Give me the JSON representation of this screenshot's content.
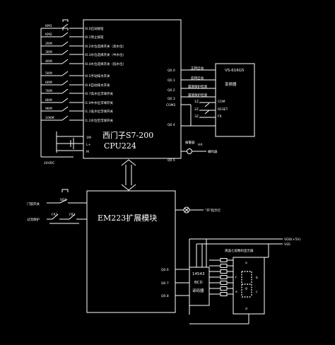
{
  "plc": {
    "title": "西门子S7-200",
    "model": "CPU224",
    "inputs": [
      {
        "contact": "KM1",
        "addr": "I0.0",
        "label": "I0.0启动按钮"
      },
      {
        "contact": "KM2",
        "addr": "I0.1",
        "label": "I0.1停止按钮"
      },
      {
        "contact": "2KM",
        "addr": "I0.2",
        "label": "I0.2水位选择开关（高水位）"
      },
      {
        "contact": "3KM",
        "addr": "I0.3",
        "label": "I0.3水位选择开关（中水位）"
      },
      {
        "contact": "4KM",
        "addr": "I0.4",
        "label": "I0.4水位选择开关（低水位）"
      },
      {
        "contact": "5KM",
        "addr": "I0.5",
        "label": "I0.5手动排水开关"
      },
      {
        "contact": "6KM",
        "addr": "I0.6",
        "label": "I0.6自动排水开关"
      },
      {
        "contact": "7KM",
        "addr": "I0.7",
        "label": "I0.7高水位浮球开关"
      },
      {
        "contact": "8KM",
        "addr": "I1.0",
        "label": "I1.0中水位浮球开关"
      },
      {
        "contact": "9KM",
        "addr": "I1.1",
        "label": "I1.1低水位浮球开关"
      },
      {
        "contact": "10KM",
        "addr": "I1.2",
        "label": "I1.2水位空浮球开关"
      }
    ],
    "power_terminals": [
      "1M",
      "L+",
      "M"
    ],
    "supply": "24VDC",
    "outputs": [
      "Q0.0",
      "Q0.1",
      "Q0.2",
      "Q0.3",
      "COM2",
      "Q0.4"
    ],
    "buzzer_output": "Q0.5"
  },
  "vfd": {
    "title": "VS-616G5",
    "subtitle": "变频器",
    "signals": [
      "正转启动",
      "反转启动",
      "漏液保护检测",
      "漏液保护检测"
    ],
    "relay_labels": [
      "1Z",
      "2Z",
      "3Z"
    ],
    "signal_labels": [
      "COM",
      "RESET",
      "FR"
    ]
  },
  "buzzer": {
    "label": "蜂鸣器",
    "prefix": "报警器",
    "ha": "HA"
  },
  "em": {
    "title": "EM223扩展模块",
    "outputs": [
      "Q0.6",
      "Q0.7",
      "Q0.8"
    ],
    "door_switch": "门锁开关",
    "door_code": "SQ1",
    "overload": "过流保护",
    "fr1": "FR1",
    "fr2": "FR2",
    "lamp_label": "\"开\"指示灯"
  },
  "decoder": {
    "line1": "14543",
    "line2": "BCD",
    "line3": "译码器"
  },
  "display": {
    "title": "液晶七段数码显示器",
    "vdd": "VDD(+5V)",
    "vss": "VSS",
    "segments": [
      "a",
      "b",
      "c",
      "d",
      "e",
      "f",
      "g"
    ]
  }
}
